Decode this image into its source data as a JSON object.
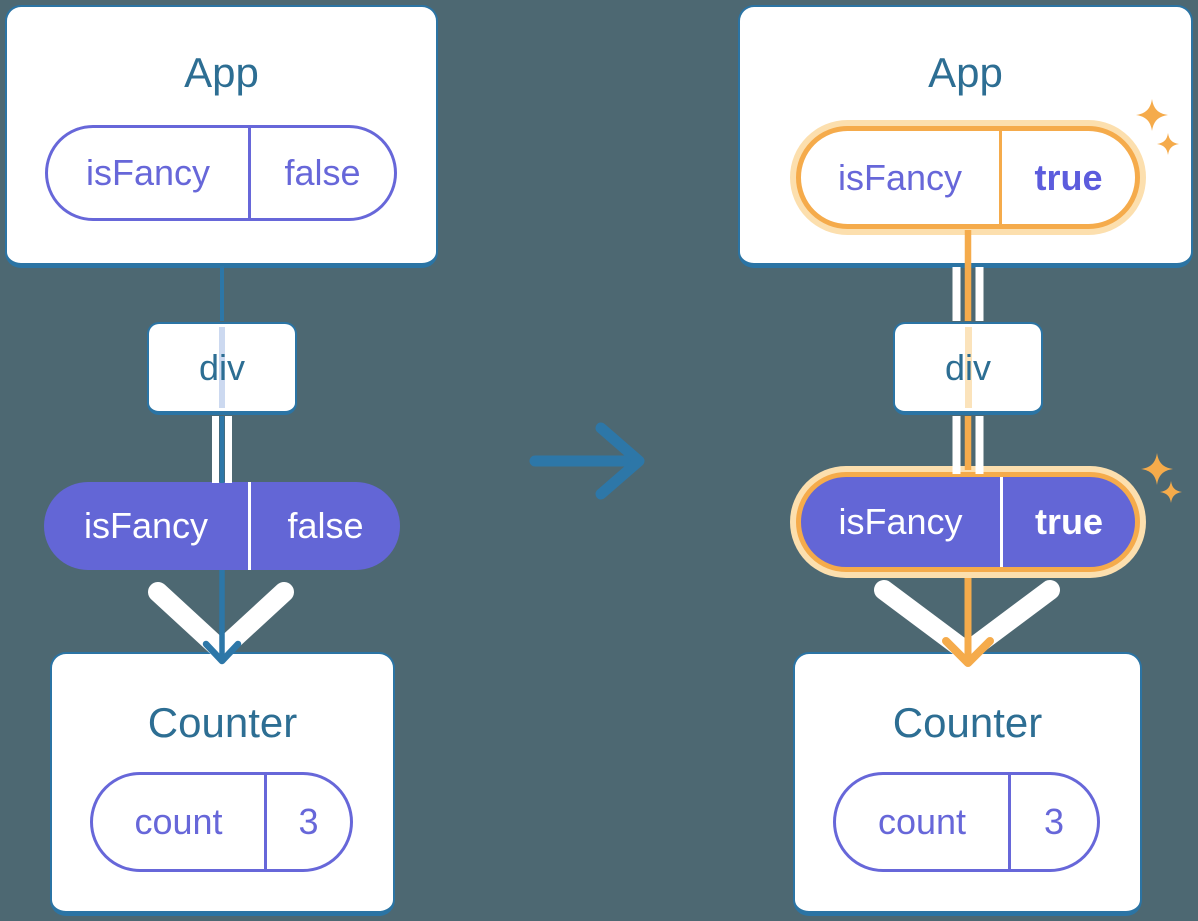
{
  "colors": {
    "background": "#4d6872",
    "card_bg": "#ffffff",
    "card_border": "#2b74a4",
    "title_text": "#2d6e93",
    "teal_line": "#2d77a8",
    "purple": "#6767d9",
    "purple_bold": "#5c5cdd",
    "purple_fill": "#6366d6",
    "orange": "#f5ab4b",
    "orange_glow": "#fcdfae",
    "light_blue_line": "#ccd9f0",
    "light_orange_line": "#fbe3bb",
    "white": "#ffffff"
  },
  "before": {
    "app": {
      "title": "App",
      "prop_pill": {
        "key": "isFancy",
        "value": "false"
      }
    },
    "div_box": {
      "label": "div"
    },
    "passed_prop_pill": {
      "key": "isFancy",
      "value": "false"
    },
    "counter": {
      "title": "Counter",
      "state_pill": {
        "key": "count",
        "value": "3"
      }
    }
  },
  "after": {
    "app": {
      "title": "App",
      "prop_pill": {
        "key": "isFancy",
        "value": "true"
      }
    },
    "div_box": {
      "label": "div"
    },
    "passed_prop_pill": {
      "key": "isFancy",
      "value": "true"
    },
    "counter": {
      "title": "Counter",
      "state_pill": {
        "key": "count",
        "value": "3"
      }
    }
  }
}
